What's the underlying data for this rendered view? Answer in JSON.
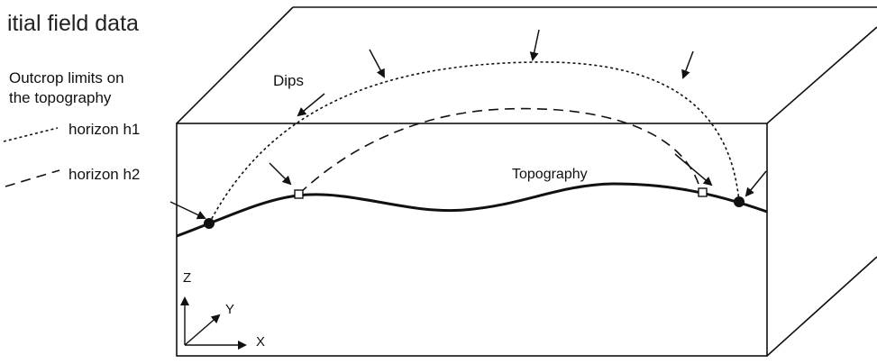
{
  "title": "itial field data",
  "legend": {
    "header_line1": "Outcrop limits on",
    "header_line2": "the topography",
    "items": [
      {
        "label": "horizon h1",
        "line_style": "dotted"
      },
      {
        "label": "horizon h2",
        "line_style": "dashed"
      }
    ]
  },
  "labels": {
    "dips": "Dips",
    "topography": "Topography"
  },
  "axes": {
    "z": "Z",
    "y": "Y",
    "x": "X"
  },
  "colors": {
    "line": "#111111",
    "background": "#ffffff"
  }
}
